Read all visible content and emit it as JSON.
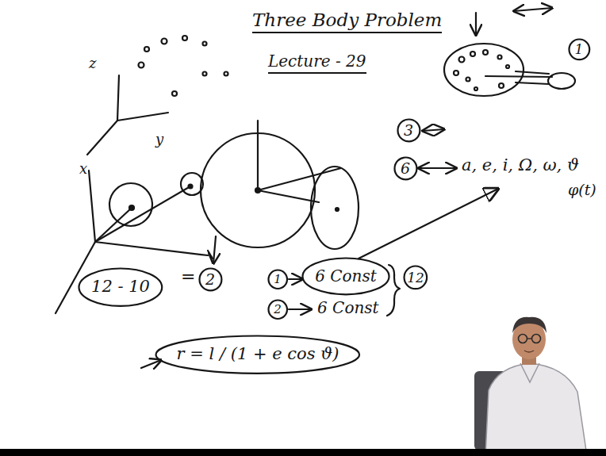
{
  "diagram": {
    "title": "Three Body Problem",
    "nodes": [
      {
        "text": [
          "1"
        ]
      },
      {
        "text": [
          "3"
        ]
      },
      {
        "text": [
          "6"
        ]
      },
      {
        "text": [
          "1"
        ]
      },
      {
        "text": [
          "6 Const"
        ]
      },
      {
        "text": [
          "12"
        ]
      },
      {
        "text": [
          "2"
        ]
      },
      {
        "text": [
          "12 - 10"
        ]
      },
      {
        "text": [
          "2"
        ]
      },
      {
        "text": [
          "r = l / (1 + e cos ϑ)"
        ]
      }
    ],
    "labels": [
      "Lecture - 29",
      "z",
      "y",
      "x",
      "a, e, i, Ω, ω, ϑ",
      "φ(t)",
      "6 Const",
      "="
    ]
  }
}
